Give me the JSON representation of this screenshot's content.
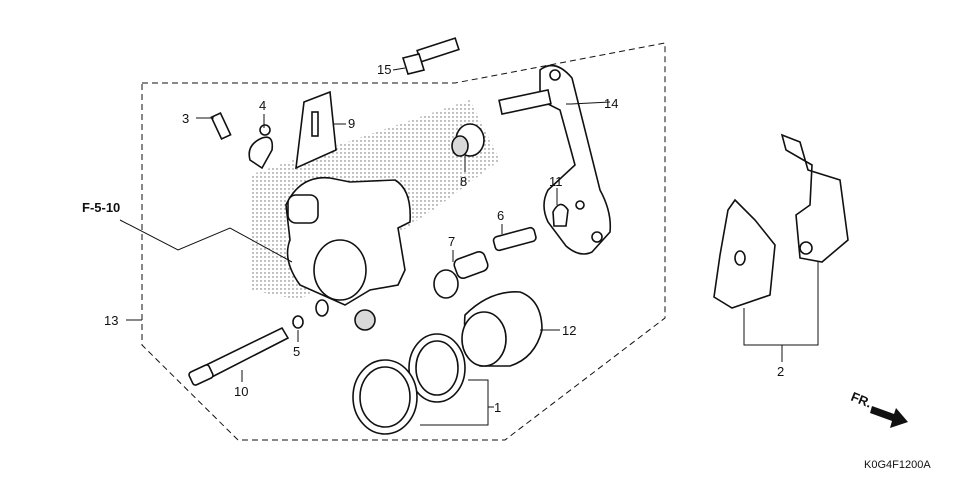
{
  "diagram": {
    "drawing_code": "K0G4F1200A",
    "reference": "F-5-10",
    "direction_label": "FR.",
    "callouts": {
      "c1": "1",
      "c2": "2",
      "c3": "3",
      "c4": "4",
      "c5": "5",
      "c6": "6",
      "c7": "7",
      "c8": "8",
      "c9": "9",
      "c10": "10",
      "c11": "11",
      "c12": "12",
      "c13": "13",
      "c14": "14",
      "c15": "15"
    }
  }
}
